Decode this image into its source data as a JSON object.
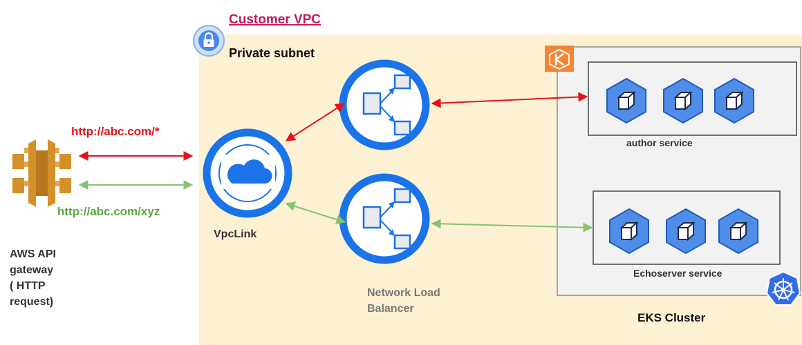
{
  "vpc": {
    "title": "Customer VPC",
    "subnet_title": "Private subnet"
  },
  "routes": {
    "red_path": "http://abc.com/*",
    "green_path": "http://abc.com/xyz"
  },
  "api_gateway": {
    "label_lines": [
      "AWS API",
      "gateway",
      "( HTTP",
      "request)"
    ]
  },
  "vpclink": {
    "label": "VpcLink"
  },
  "nlb": {
    "label_lines": [
      "Network Load",
      "Balancer"
    ]
  },
  "eks": {
    "label": "EKS Cluster",
    "services": [
      {
        "label": "author service"
      },
      {
        "label": "Echoserver service"
      }
    ]
  },
  "colors": {
    "subnet_fill": "#fdf1d3",
    "cluster_fill": "#f2f2f2",
    "ring_blue": "#1a73e8",
    "route_red": "#e8111b",
    "route_green": "#88c370",
    "gateway_orange": "#d4912b",
    "pod_blue": "#4f8de8",
    "eks_orange": "#f58534",
    "k8s_blue": "#326ce5"
  },
  "icons": {
    "gateway": "aws-api-gateway-icon",
    "vpc_lock": "lock-icon",
    "vpclink": "cloud-icon",
    "nlb": "load-balancer-icon",
    "pod": "container-cube-icon",
    "eks": "eks-icon",
    "kubernetes": "kubernetes-wheel-icon"
  }
}
